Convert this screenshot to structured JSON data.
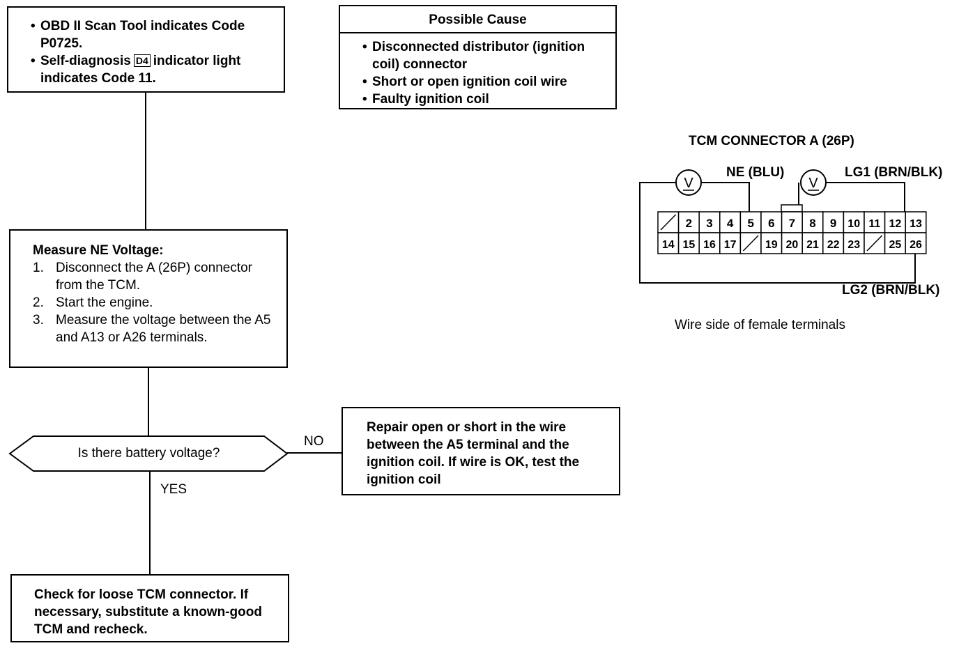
{
  "start_box": {
    "line1": "OBD II Scan Tool indicates Code P0725.",
    "line2_prefix": "Self-diagnosis",
    "d4_indicator": "D4",
    "line2_suffix": "indicator light indicates Code 11."
  },
  "possible_cause": {
    "title": "Possible Cause",
    "items": [
      "Disconnected distributor (ignition coil) connector",
      "Short or open ignition coil wire",
      "Faulty ignition coil"
    ]
  },
  "measure_box": {
    "title": "Measure NE Voltage:",
    "steps": [
      {
        "num": "1.",
        "text": "Disconnect the A (26P) connector from the TCM."
      },
      {
        "num": "2.",
        "text": "Start the engine."
      },
      {
        "num": "3.",
        "text": "Measure the voltage between the A5 and A13 or A26 terminals."
      }
    ]
  },
  "decision": {
    "question": "Is there battery voltage?",
    "no_label": "NO",
    "yes_label": "YES"
  },
  "no_box": {
    "text": "Repair open or short in the wire between the A5 terminal and the ignition coil. If wire is OK, test the ignition coil"
  },
  "yes_box": {
    "text": "Check for loose TCM connector. If necessary, substitute a known-good TCM and recheck."
  },
  "connector": {
    "title": "TCM CONNECTOR A (26P)",
    "ne_label": "NE (BLU)",
    "lg1_label": "LG1 (BRN/BLK)",
    "lg2_label": "LG2 (BRN/BLK)",
    "meter_symbol": "V",
    "caption": "Wire side of female terminals",
    "top_row": [
      "",
      "2",
      "3",
      "4",
      "5",
      "6",
      "7",
      "8",
      "9",
      "10",
      "11",
      "12",
      "13"
    ],
    "bottom_row": [
      "14",
      "15",
      "16",
      "17",
      "",
      "19",
      "20",
      "21",
      "22",
      "23",
      "",
      "25",
      "26"
    ]
  }
}
